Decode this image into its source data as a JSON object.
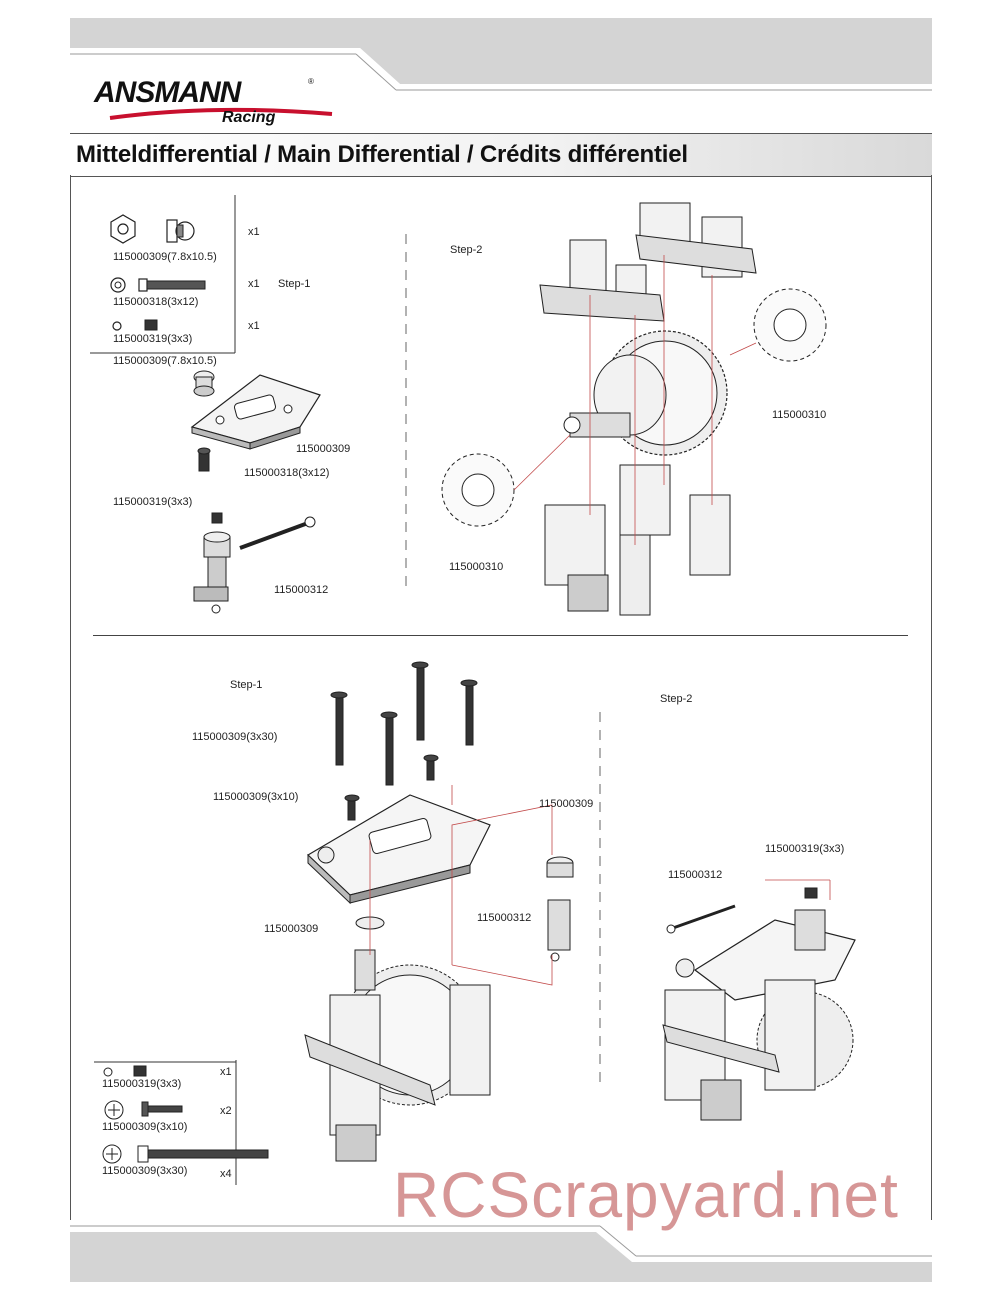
{
  "header": {
    "brand": "ANSMANN",
    "brand_sub": "Racing",
    "title": "Mitteldifferential / Main Differential / Crédits différentiel"
  },
  "top_section": {
    "step1_label": "Step-1",
    "step2_label": "Step-2",
    "parts_box": [
      {
        "code": "115000309(7.8x10.5)",
        "qty": "x1"
      },
      {
        "code": "115000318(3x12)",
        "qty": "x1"
      },
      {
        "code": "115000319(3x3)",
        "qty": "x1"
      }
    ],
    "callouts": {
      "c1": "115000309(7.8x10.5)",
      "c2": "115000309",
      "c3": "115000318(3x12)",
      "c4": "115000319(3x3)",
      "c5": "115000312",
      "c6": "115000310",
      "c7": "115000310"
    }
  },
  "bottom_section": {
    "step1_label": "Step-1",
    "step2_label": "Step-2",
    "callouts": {
      "c1": "115000309(3x30)",
      "c2": "115000309(3x10)",
      "c3": "115000309",
      "c4": "115000309",
      "c5": "115000312",
      "c6": "115000319(3x3)",
      "c7": "115000312"
    },
    "parts_box": [
      {
        "code": "115000319(3x3)",
        "qty": "x1"
      },
      {
        "code": "115000309(3x10)",
        "qty": "x2"
      },
      {
        "code": "115000309(3x30)",
        "qty": "x4"
      }
    ]
  },
  "watermark": "RCScrapyard.net"
}
